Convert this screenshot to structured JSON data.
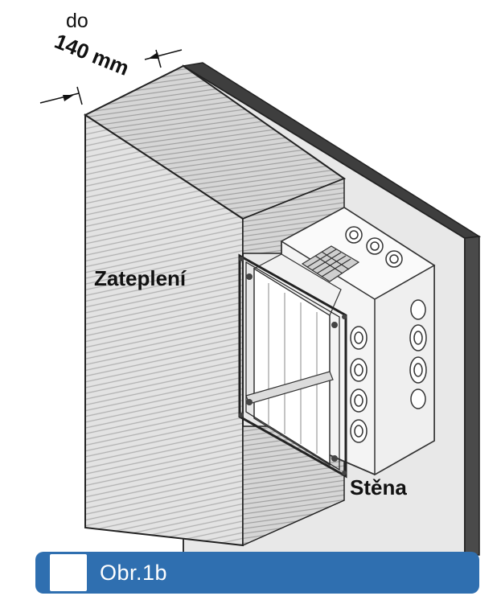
{
  "dimension": {
    "prefix": "do",
    "value": "140 mm"
  },
  "labels": {
    "insulation": "Zateplení",
    "wall": "Stěna"
  },
  "caption": {
    "text": "Obr.1b"
  },
  "colors": {
    "wall_dark": "#4a4a4a",
    "wall_face": "#e6e6e6",
    "insulation_face": "#d9d9d9",
    "caption_bg": "#2f6fb0"
  }
}
